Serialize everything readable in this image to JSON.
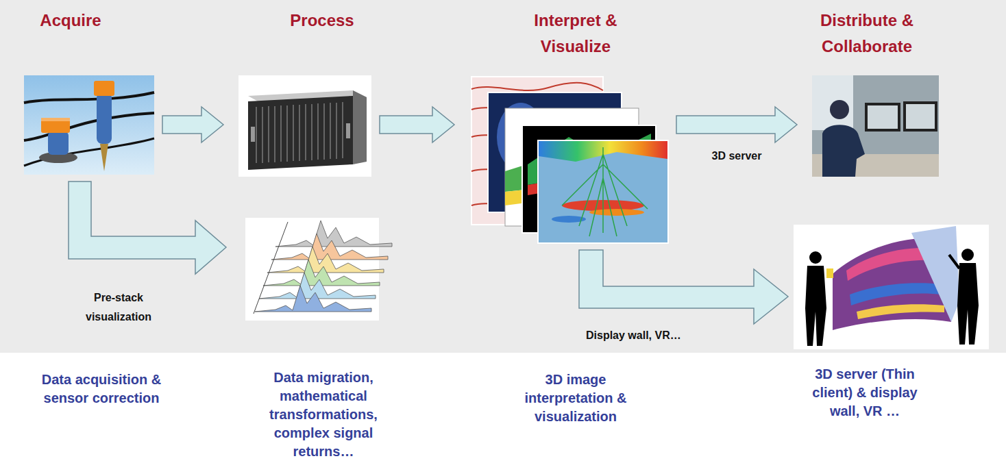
{
  "diagram": {
    "nodes": [
      {
        "text": [
          "Acquire"
        ]
      },
      {
        "text": [
          "Process"
        ]
      },
      {
        "text": [
          "Interpret & Visualize"
        ]
      },
      {
        "text": [
          "Distribute & Collaborate"
        ]
      }
    ],
    "edges": [
      {
        "from": 0,
        "to": 1,
        "arrow": "to"
      },
      {
        "from": 1,
        "to": 2,
        "arrow": "to"
      },
      {
        "from": 2,
        "to": 3,
        "arrow": "to",
        "label": "3D server"
      }
    ],
    "labels": [
      "Pre-stack visualization",
      "Display wall, VR…",
      "Data acquisition & sensor correction",
      "Data migration, mathematical transformations, complex signal returns…",
      "3D image interpretation & visualization",
      "3D server (Thin client) & display wall, VR …"
    ]
  }
}
